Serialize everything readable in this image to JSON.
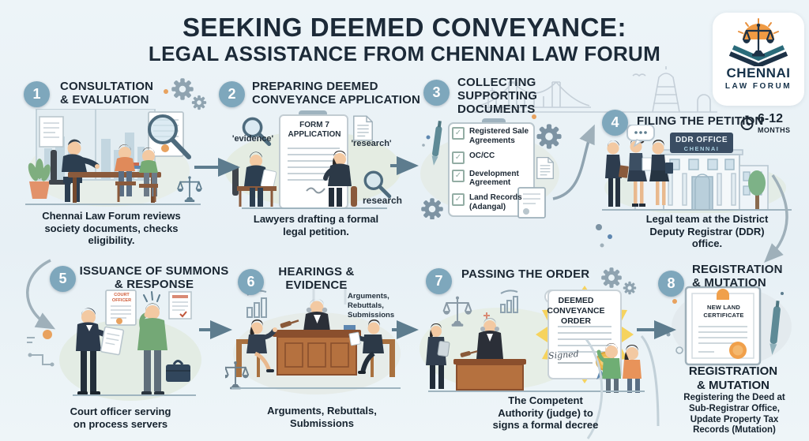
{
  "header": {
    "title_line1": "SEEKING DEEMED CONVEYANCE:",
    "title_line2": "LEGAL ASSISTANCE FROM CHENNAI LAW FORUM"
  },
  "logo": {
    "org_line1": "CHENNAI",
    "org_line2": "LAW FORUM"
  },
  "icons": {
    "check": "✓"
  },
  "colors": {
    "background": "#e9f2f6",
    "heading_text": "#1b2733",
    "step_circle": "#7ea7bc",
    "arrow": "#5d7c8e",
    "sign_navy": "#3a4d63",
    "starburst_yellow": "#f6d35e",
    "gold_seal": "#edb94e",
    "orange_seal": "#f0a04b"
  },
  "steps": [
    {
      "number": "1",
      "title": "CONSULTATION\n& EVALUATION",
      "caption": "Chennai Law Forum reviews\nsociety documents, checks\neligibility."
    },
    {
      "number": "2",
      "title": "PREPARING DEEMED\nCONVEYANCE APPLICATION",
      "caption": "Lawyers drafting a formal\nlegal petition.",
      "form_label": "FORM 7\nAPPLICATION",
      "evidence_label": "'evidence'",
      "research_label_quoted": "'research'",
      "research_label": "research"
    },
    {
      "number": "3",
      "title": "COLLECTING\nSUPPORTING\nDOCUMENTS",
      "checklist": [
        "Registered Sale Agreements",
        "OC/CC",
        "Development Agreement",
        "Land Records (Adangal)"
      ]
    },
    {
      "number": "4",
      "title": "FILING THE PETITION",
      "duration_value": "6-12",
      "duration_unit": "MONTHS",
      "building_sign_line1": "DDR OFFICE",
      "building_sign_line2": "CHENNAI",
      "caption": "Legal team at the District\nDeputy Registrar (DDR)\noffice."
    },
    {
      "number": "5",
      "title": "ISSUANCE OF SUMMONS\n& RESPONSE",
      "summons_doc_label": "COURT\nOFFICER",
      "caption": "Court officer serving\non process servers"
    },
    {
      "number": "6",
      "title": "HEARINGS &\nEVIDENCE",
      "annotation": "Arguments,\nRebuttals,\nSubmissions",
      "caption": "Arguments, Rebuttals,\nSubmissions"
    },
    {
      "number": "7",
      "title": "PASSING THE ORDER",
      "order_title": "DEEMED\nCONVEYANCE\nORDER",
      "signature": "Signed",
      "caption": "The Competent\nAuthority (judge) to\nsigns a formal decree"
    },
    {
      "number": "8",
      "title": "REGISTRATION\n& MUTATION",
      "certificate_title": "NEW LAND\nCERTIFICATE",
      "caption_heading": "REGISTRATION\n& MUTATION",
      "caption": "Registering the Deed at\nSub-Registrar Office,\nUpdate Property Tax\nRecords (Mutation)"
    }
  ]
}
